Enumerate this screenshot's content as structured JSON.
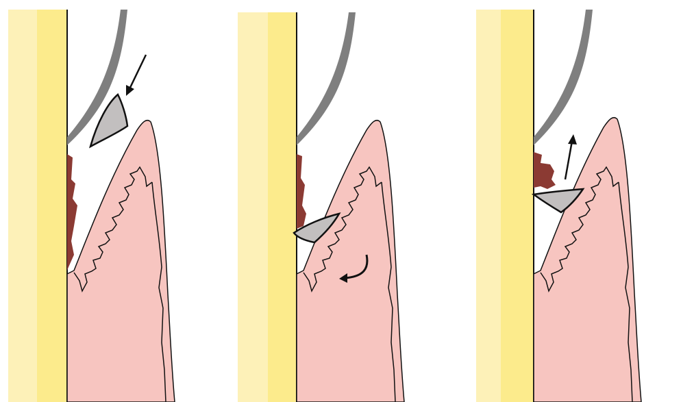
{
  "figure": {
    "panels": [
      {
        "id": "step-1",
        "arrow_direction": "down-left",
        "curette_position": "entering-pocket"
      },
      {
        "id": "step-2",
        "arrow_direction": "curved-rotation",
        "curette_position": "at-pocket-base"
      },
      {
        "id": "step-3",
        "arrow_direction": "up",
        "curette_position": "removing-calculus"
      }
    ],
    "colors": {
      "tooth_light": "#FDF1B8",
      "tooth": "#FCEB8C",
      "gingiva": "#F7C5C0",
      "outline": "#111111",
      "calculus": "#8B3A33",
      "instrument_shank": "#7F7F7F",
      "curette_blade": "#C2BFBF"
    }
  }
}
